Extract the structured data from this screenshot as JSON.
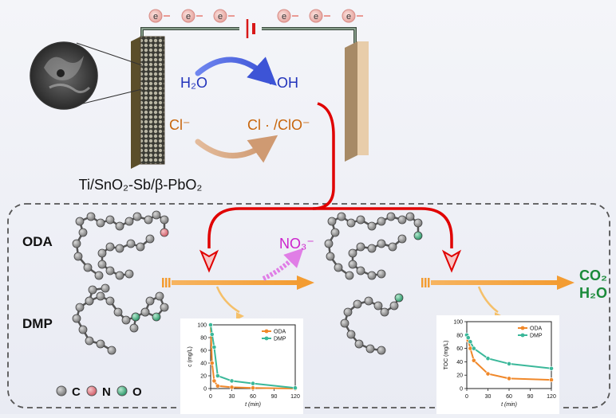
{
  "colors": {
    "water": "#2233bb",
    "chlorine": "#c8660c",
    "nitrate": "#cc22cc",
    "product": "#1a8a3a",
    "red_wire": "#e00000",
    "orange_arrow": "#f39c32",
    "oda": "#f0882a",
    "dmp": "#3bb89a",
    "carbon": "#8a8a8a",
    "nitrogen": "#d9707a",
    "oxygen": "#3aa57a"
  },
  "cell": {
    "electron_label": "e",
    "anode_label": "Ti/SnO₂-Sb/β-PbO₂",
    "h2o": "H₂O",
    "oh": "· OH",
    "cl_minus": "Cl⁻",
    "cl_species": "Cl · /ClO⁻"
  },
  "process": {
    "oda_label": "ODA",
    "dmp_label": "DMP",
    "nitrate": "NO₃⁻",
    "co2": "CO₂",
    "h2o_out": "H₂O"
  },
  "legend": {
    "carbon": "C",
    "nitrogen": "N",
    "oxygen": "O"
  },
  "chart_data": [
    {
      "type": "line",
      "xlabel": "t (min)",
      "ylabel": "c (mg/L)",
      "xlim": [
        0,
        120
      ],
      "ylim": [
        0,
        100
      ],
      "xticks": [
        0,
        30,
        60,
        90,
        120
      ],
      "yticks": [
        0,
        20,
        40,
        60,
        80,
        100
      ],
      "legend_position": "top-right",
      "series": [
        {
          "name": "ODA",
          "color": "#f0882a",
          "x": [
            0,
            2,
            5,
            10,
            30,
            60,
            120
          ],
          "y": [
            100,
            40,
            12,
            4,
            2,
            1,
            0
          ]
        },
        {
          "name": "DMP",
          "color": "#3bb89a",
          "x": [
            0,
            2,
            5,
            10,
            30,
            60,
            120
          ],
          "y": [
            100,
            85,
            65,
            20,
            12,
            8,
            1
          ]
        }
      ]
    },
    {
      "type": "line",
      "xlabel": "t (min)",
      "ylabel": "TOC (mg/L)",
      "xlim": [
        0,
        120
      ],
      "ylim": [
        0,
        100
      ],
      "xticks": [
        0,
        30,
        60,
        90,
        120
      ],
      "yticks": [
        0,
        20,
        40,
        60,
        80,
        100
      ],
      "legend_position": "top-right",
      "series": [
        {
          "name": "ODA",
          "color": "#f0882a",
          "x": [
            0,
            2,
            5,
            10,
            30,
            60,
            120
          ],
          "y": [
            80,
            72,
            60,
            42,
            22,
            15,
            13
          ]
        },
        {
          "name": "DMP",
          "color": "#3bb89a",
          "x": [
            0,
            2,
            5,
            10,
            30,
            60,
            120
          ],
          "y": [
            80,
            76,
            70,
            60,
            45,
            37,
            30
          ]
        }
      ]
    }
  ]
}
